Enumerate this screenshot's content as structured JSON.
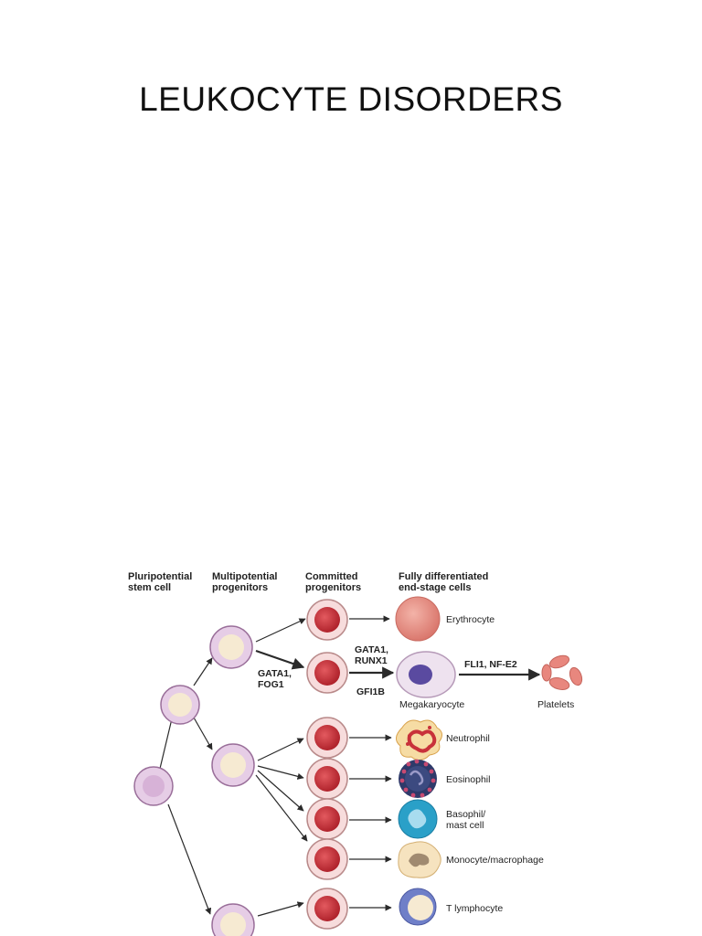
{
  "title": "LEUKOCYTE DISORDERS",
  "diagram": {
    "headers": {
      "col1": [
        "Pluripotential",
        "stem cell"
      ],
      "col2": [
        "Multipotential",
        "progenitors"
      ],
      "col3": [
        "Committed",
        "progenitors"
      ],
      "col4": [
        "Fully differentiated",
        "end-stage cells"
      ]
    },
    "genes": {
      "gata1_fog1": [
        "GATA1,",
        "FOG1"
      ],
      "gata1_runx1": [
        "GATA1,",
        "RUNX1"
      ],
      "gfi1b": "GFI1B",
      "fli1_nfe2": "FLI1, NF-E2"
    },
    "cells": {
      "erythrocyte": "Erythrocyte",
      "megakaryocyte": "Megakaryocyte",
      "platelets": "Platelets",
      "neutrophil": "Neutrophil",
      "eosinophil": "Eosinophil",
      "basophil": [
        "Basophil/",
        "mast cell"
      ],
      "monocyte": "Monocyte/macrophage",
      "tlymphocyte": "T lymphocyte"
    },
    "colors": {
      "progenitor_fill": "#e6cde6",
      "progenitor_edge": "#9a6f9a",
      "nucleus": "#f6ead2",
      "committed_outer": "#f7dcdc",
      "committed_nucleus": "#c8323a",
      "erythrocyte": "#e08a80",
      "eosinophil": "#2e3a6a",
      "basophil": "#2aa0c8",
      "tcell": "#6f7fc8"
    }
  }
}
